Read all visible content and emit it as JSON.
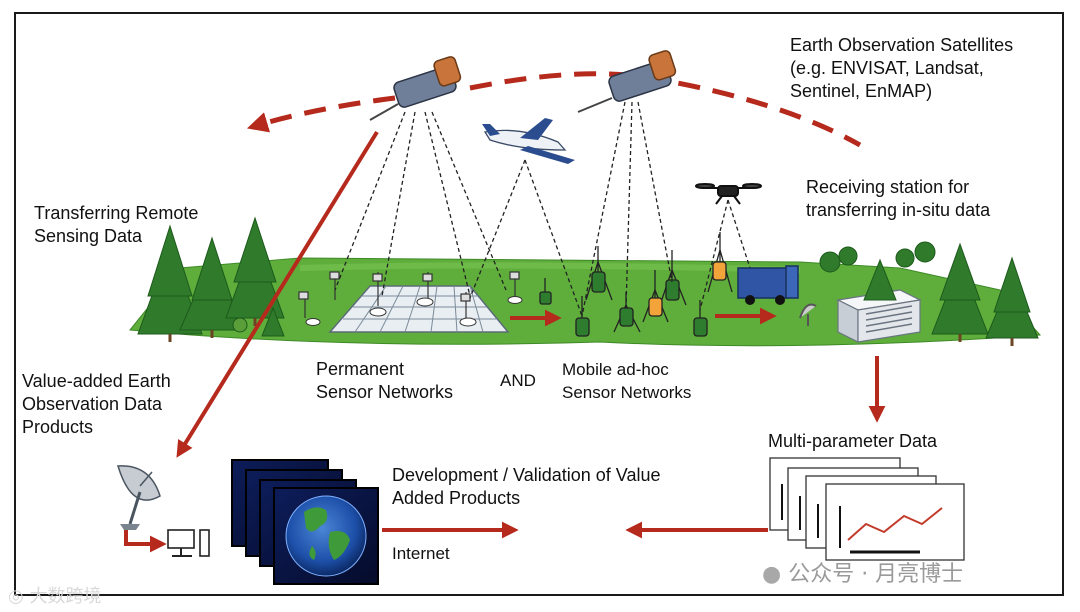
{
  "labels": {
    "satellites": "Earth Observation Satellites\n(e.g. ENVISAT, Landsat,\nSentinel, EnMAP)",
    "transferring": "Transferring Remote\nSensing Data",
    "receiving": "Receiving station for\ntransferring in-situ data",
    "permanent": "Permanent\nSensor Networks",
    "and": "AND",
    "mobile": "Mobile ad-hoc\nSensor Networks",
    "value_added": "Value-added Earth\nObservation Data\nProducts",
    "multi_param": "Multi-parameter Data",
    "development": "Development / Validation of Value\nAdded Products",
    "internet": "Internet"
  },
  "watermarks": {
    "left": "大数跨境",
    "right": "公众号 · 月亮博士"
  },
  "colors": {
    "arrow_red": "#b52a1c",
    "grass": "#5fae3c",
    "tree": "#2f7a2b",
    "earth_blue": "#1d4fa8",
    "sensor_green": "#2e7d2e",
    "sensor_orange": "#f2a43a",
    "truck_blue": "#2f55a4"
  }
}
